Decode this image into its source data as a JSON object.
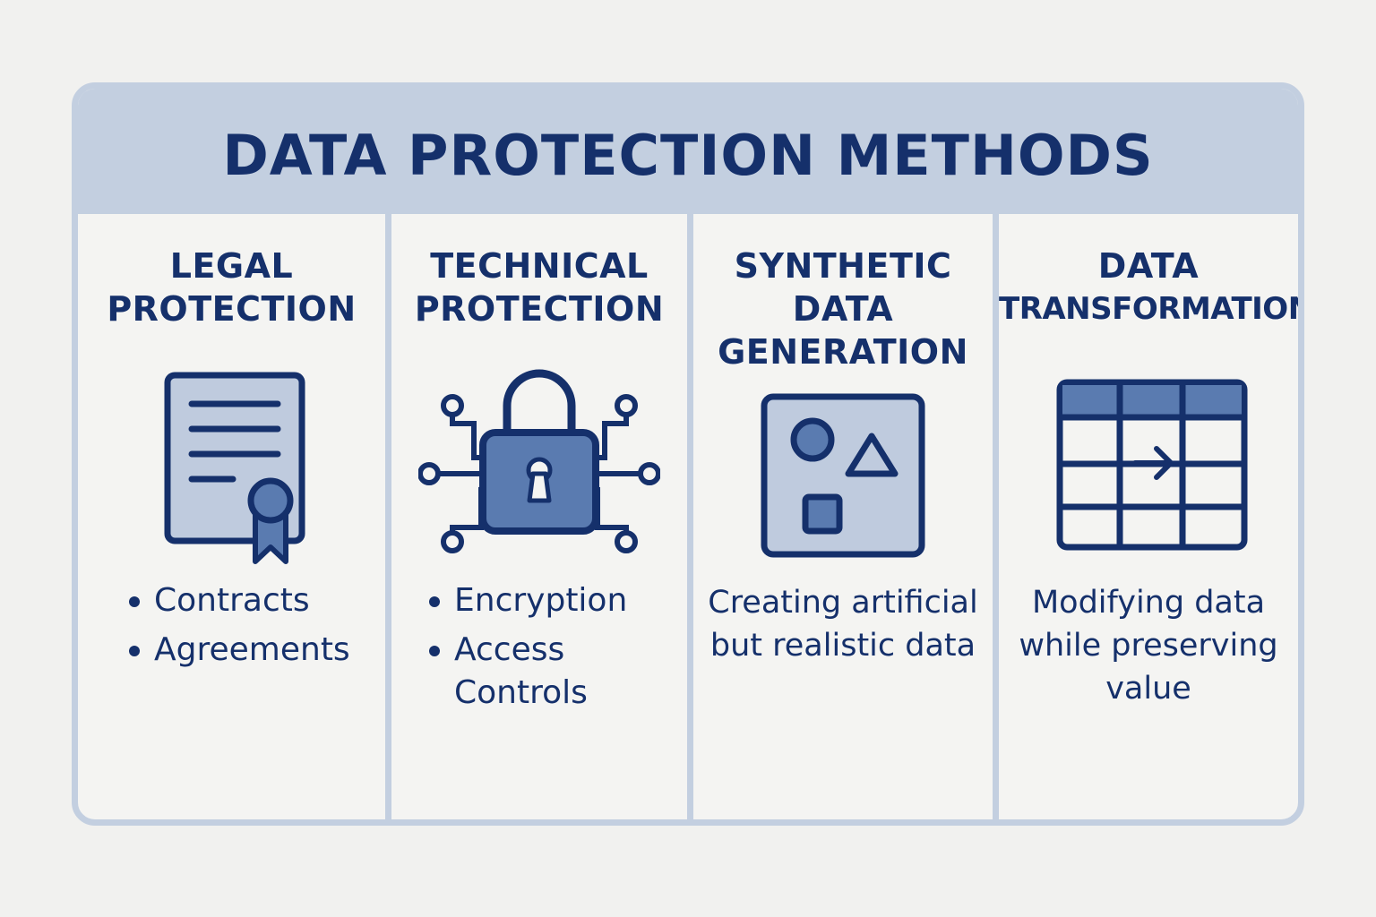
{
  "title": "DATA PROTECTION METHODS",
  "colors": {
    "navy": "#15306b",
    "panel_header": "#c3cfe0",
    "icon_fill_light": "#bfcbde",
    "icon_fill_mid": "#5a7bb0",
    "background": "#f4f4f2"
  },
  "columns": [
    {
      "title_lines": [
        "LEGAL",
        "PROTECTION"
      ],
      "icon": "certificate-icon",
      "bullets": [
        "Contracts",
        "Agreements"
      ]
    },
    {
      "title_lines": [
        "TECHNICAL",
        "PROTECTION"
      ],
      "icon": "padlock-circuit-icon",
      "bullets": [
        "Encryption",
        "Access Controls"
      ]
    },
    {
      "title_lines": [
        "SYNTHETIC",
        "DATA",
        "GENERATION"
      ],
      "icon": "shapes-icon",
      "description": "Creating artificial but realistic data"
    },
    {
      "title_lines": [
        "DATA",
        "TRANSFORMATION"
      ],
      "icon": "table-arrow-icon",
      "description": "Modifying data while preserving value"
    }
  ]
}
